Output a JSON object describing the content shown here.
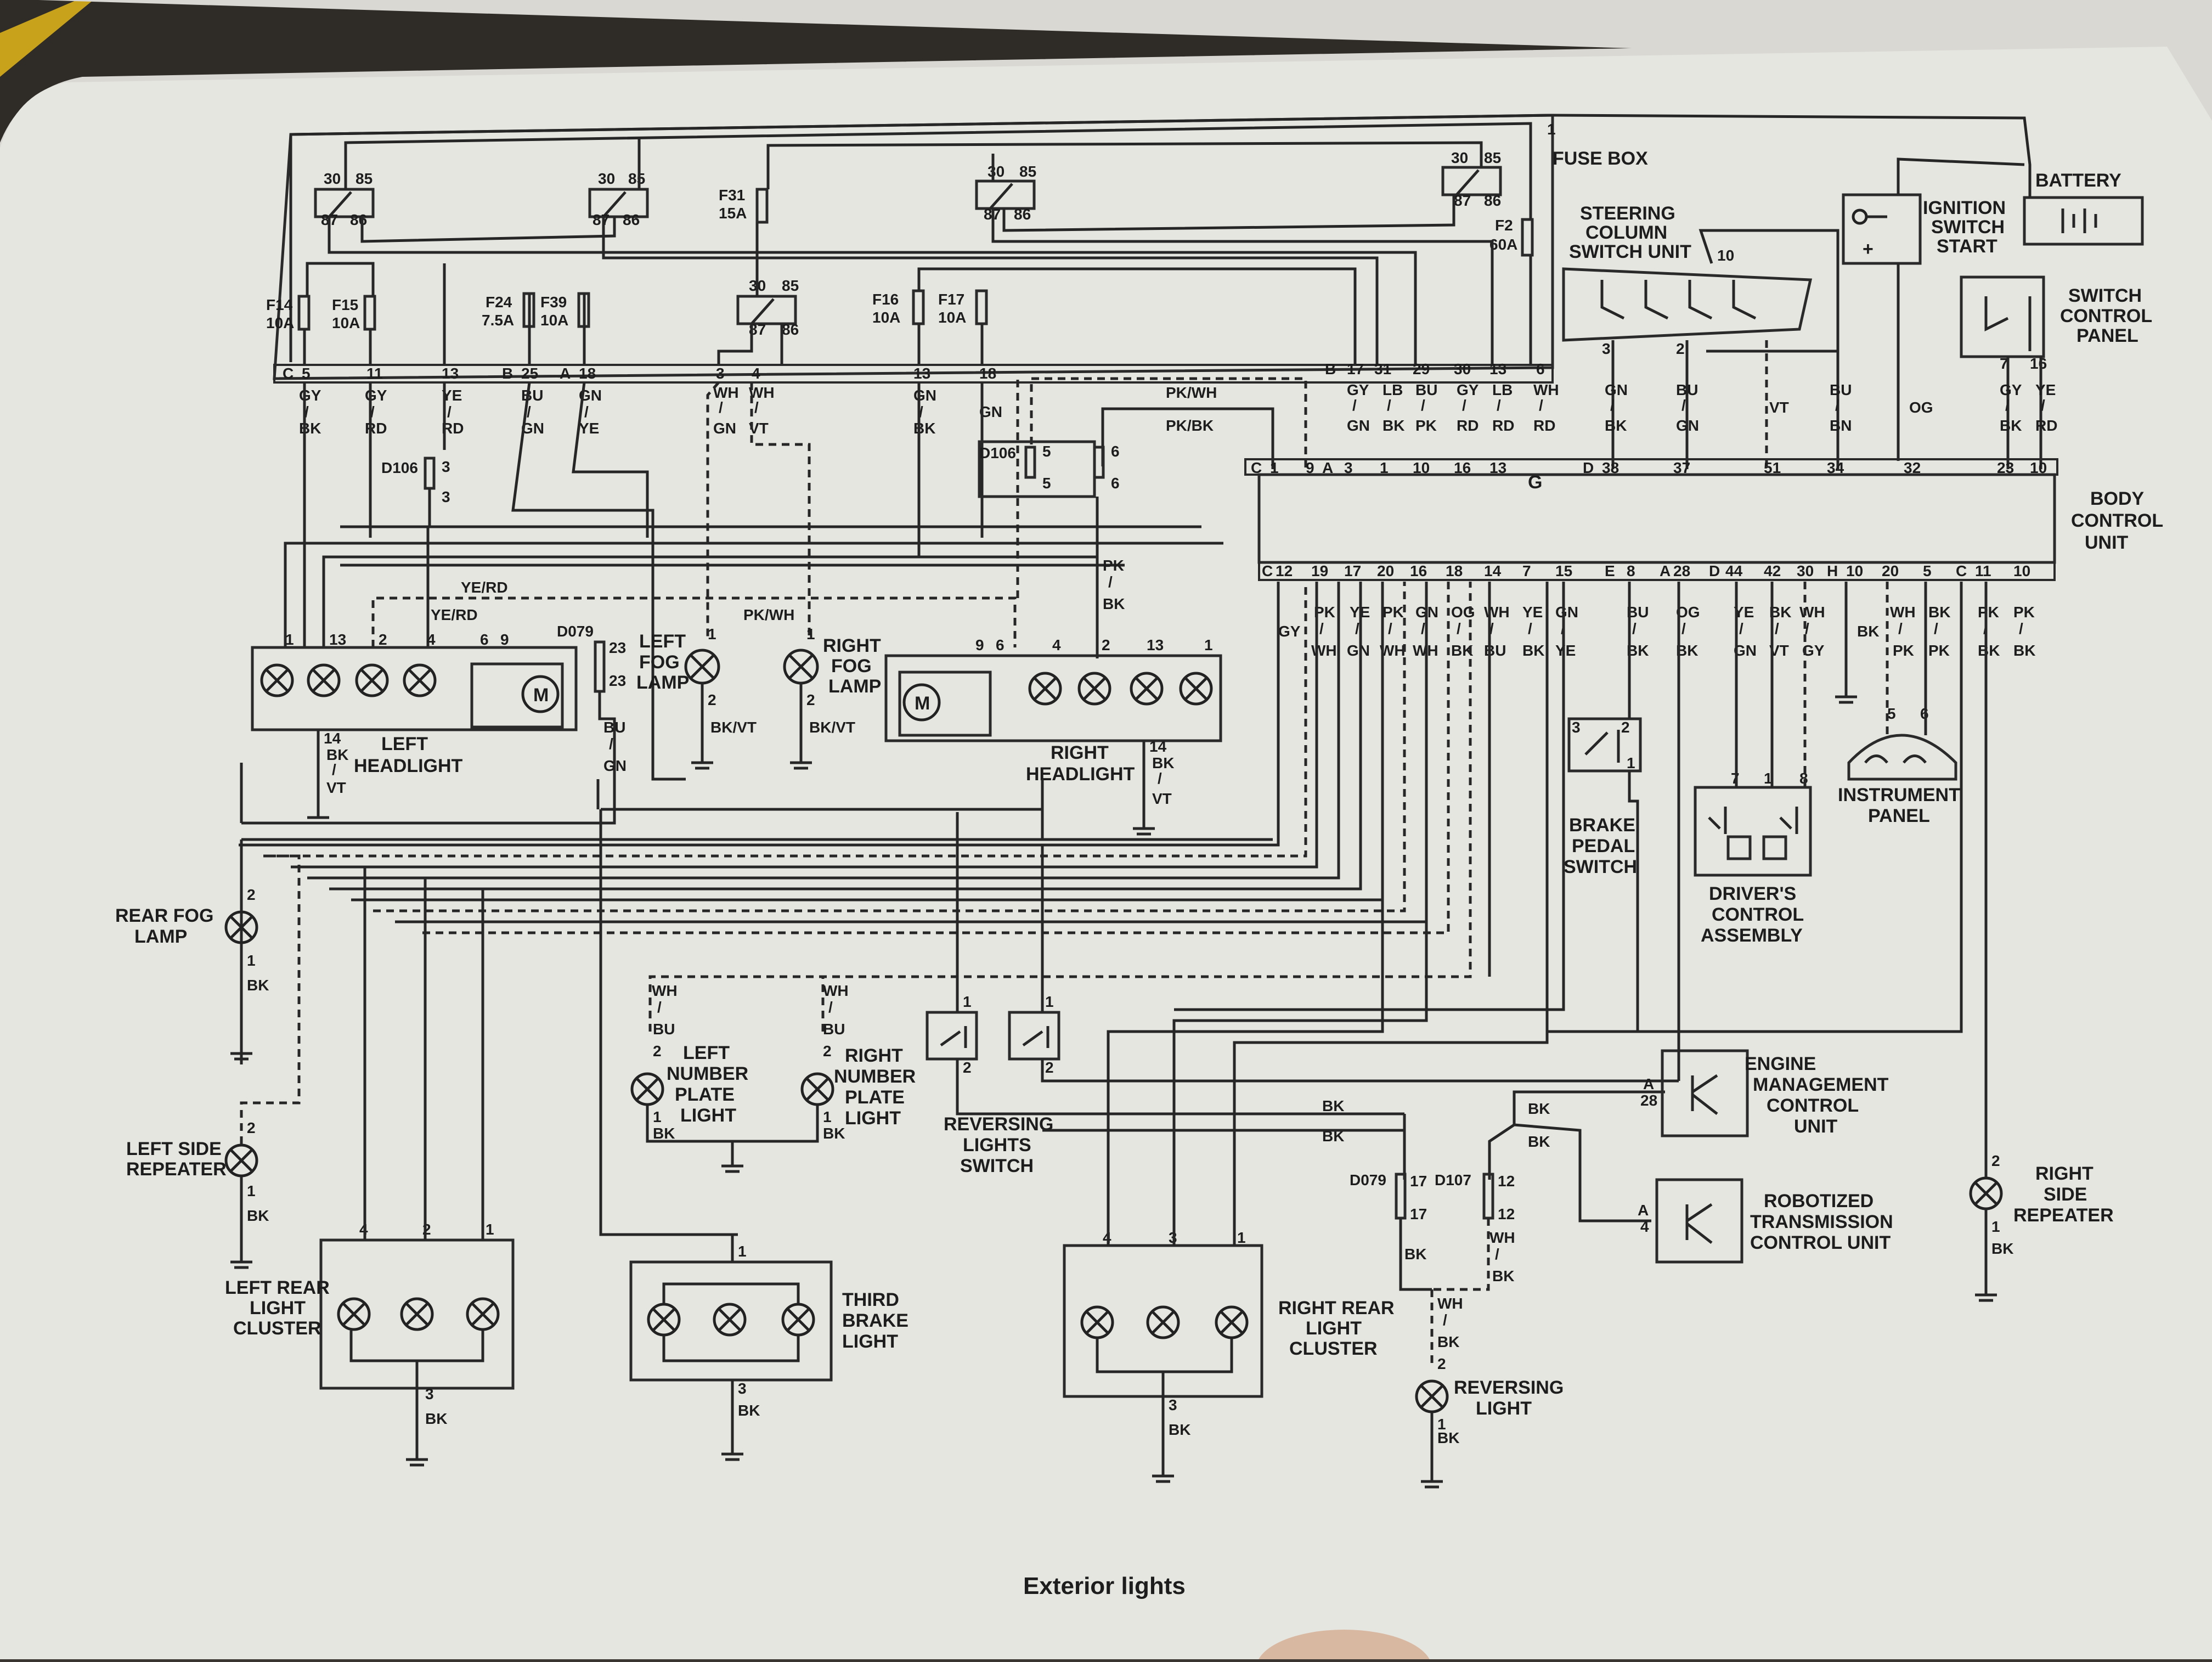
{
  "title": "Exterior lights",
  "components": {
    "fuse_box": "FUSE BOX",
    "battery": "BATTERY",
    "ignition_switch": [
      "IGNITION",
      "SWITCH",
      "START"
    ],
    "steering_column": [
      "STEERING",
      "COLUMN",
      "SWITCH UNIT"
    ],
    "switch_control_panel": [
      "SWITCH",
      "CONTROL",
      "PANEL"
    ],
    "body_control_unit": [
      "BODY",
      "CONTROL",
      "UNIT"
    ],
    "left_headlight": [
      "LEFT",
      "HEADLIGHT"
    ],
    "right_headlight": [
      "RIGHT",
      "HEADLIGHT"
    ],
    "left_fog_lamp": [
      "LEFT",
      "FOG",
      "LAMP"
    ],
    "right_fog_lamp": [
      "RIGHT",
      "FOG",
      "LAMP"
    ],
    "rear_fog_lamp": [
      "REAR FOG",
      "LAMP"
    ],
    "left_side_repeater": [
      "LEFT SIDE",
      "REPEATER"
    ],
    "right_side_repeater": [
      "RIGHT",
      "SIDE",
      "REPEATER"
    ],
    "left_number_plate": [
      "LEFT",
      "NUMBER",
      "PLATE",
      "LIGHT"
    ],
    "right_number_plate": [
      "RIGHT",
      "NUMBER",
      "PLATE",
      "LIGHT"
    ],
    "reversing_switch": [
      "REVERSING",
      "LIGHTS",
      "SWITCH"
    ],
    "brake_pedal_switch": [
      "BRAKE",
      "PEDAL",
      "SWITCH"
    ],
    "drivers_control": [
      "DRIVER'S",
      "CONTROL",
      "ASSEMBLY"
    ],
    "instrument_panel": [
      "INSTRUMENT",
      "PANEL"
    ],
    "engine_management": [
      "ENGINE",
      "MANAGEMENT",
      "CONTROL",
      "UNIT"
    ],
    "robotized_transmission": [
      "ROBOTIZED",
      "TRANSMISSION",
      "CONTROL UNIT"
    ],
    "left_rear_cluster": [
      "LEFT REAR",
      "LIGHT",
      "CLUSTER"
    ],
    "right_rear_cluster": [
      "RIGHT REAR",
      "LIGHT",
      "CLUSTER"
    ],
    "third_brake_light": [
      "THIRD",
      "BRAKE",
      "LIGHT"
    ],
    "reversing_light": [
      "REVERSING",
      "LIGHT"
    ]
  },
  "fuses": [
    {
      "id": "F14",
      "rating": "10A"
    },
    {
      "id": "F15",
      "rating": "10A"
    },
    {
      "id": "F24",
      "rating": "7.5A"
    },
    {
      "id": "F39",
      "rating": "10A"
    },
    {
      "id": "F31",
      "rating": "15A"
    },
    {
      "id": "F16",
      "rating": "10A"
    },
    {
      "id": "F17",
      "rating": "10A"
    },
    {
      "id": "F2",
      "rating": "60A"
    }
  ],
  "diodes": [
    "D106",
    "D079",
    "D107"
  ],
  "wire_colours": {
    "c_connector": [
      [
        "GY",
        "BK"
      ],
      [
        "GY",
        "RD"
      ],
      [
        "YE",
        "RD"
      ]
    ],
    "b_connector": [
      [
        "BU",
        "GN"
      ],
      [
        "GN",
        "YE"
      ]
    ],
    "fog": [
      [
        "WH",
        "GN"
      ],
      [
        "WH",
        "VT"
      ]
    ],
    "misc": [
      "GN",
      "BK",
      "PK/WH",
      "PK/BK",
      "YE/RD",
      "BK/VT"
    ]
  }
}
